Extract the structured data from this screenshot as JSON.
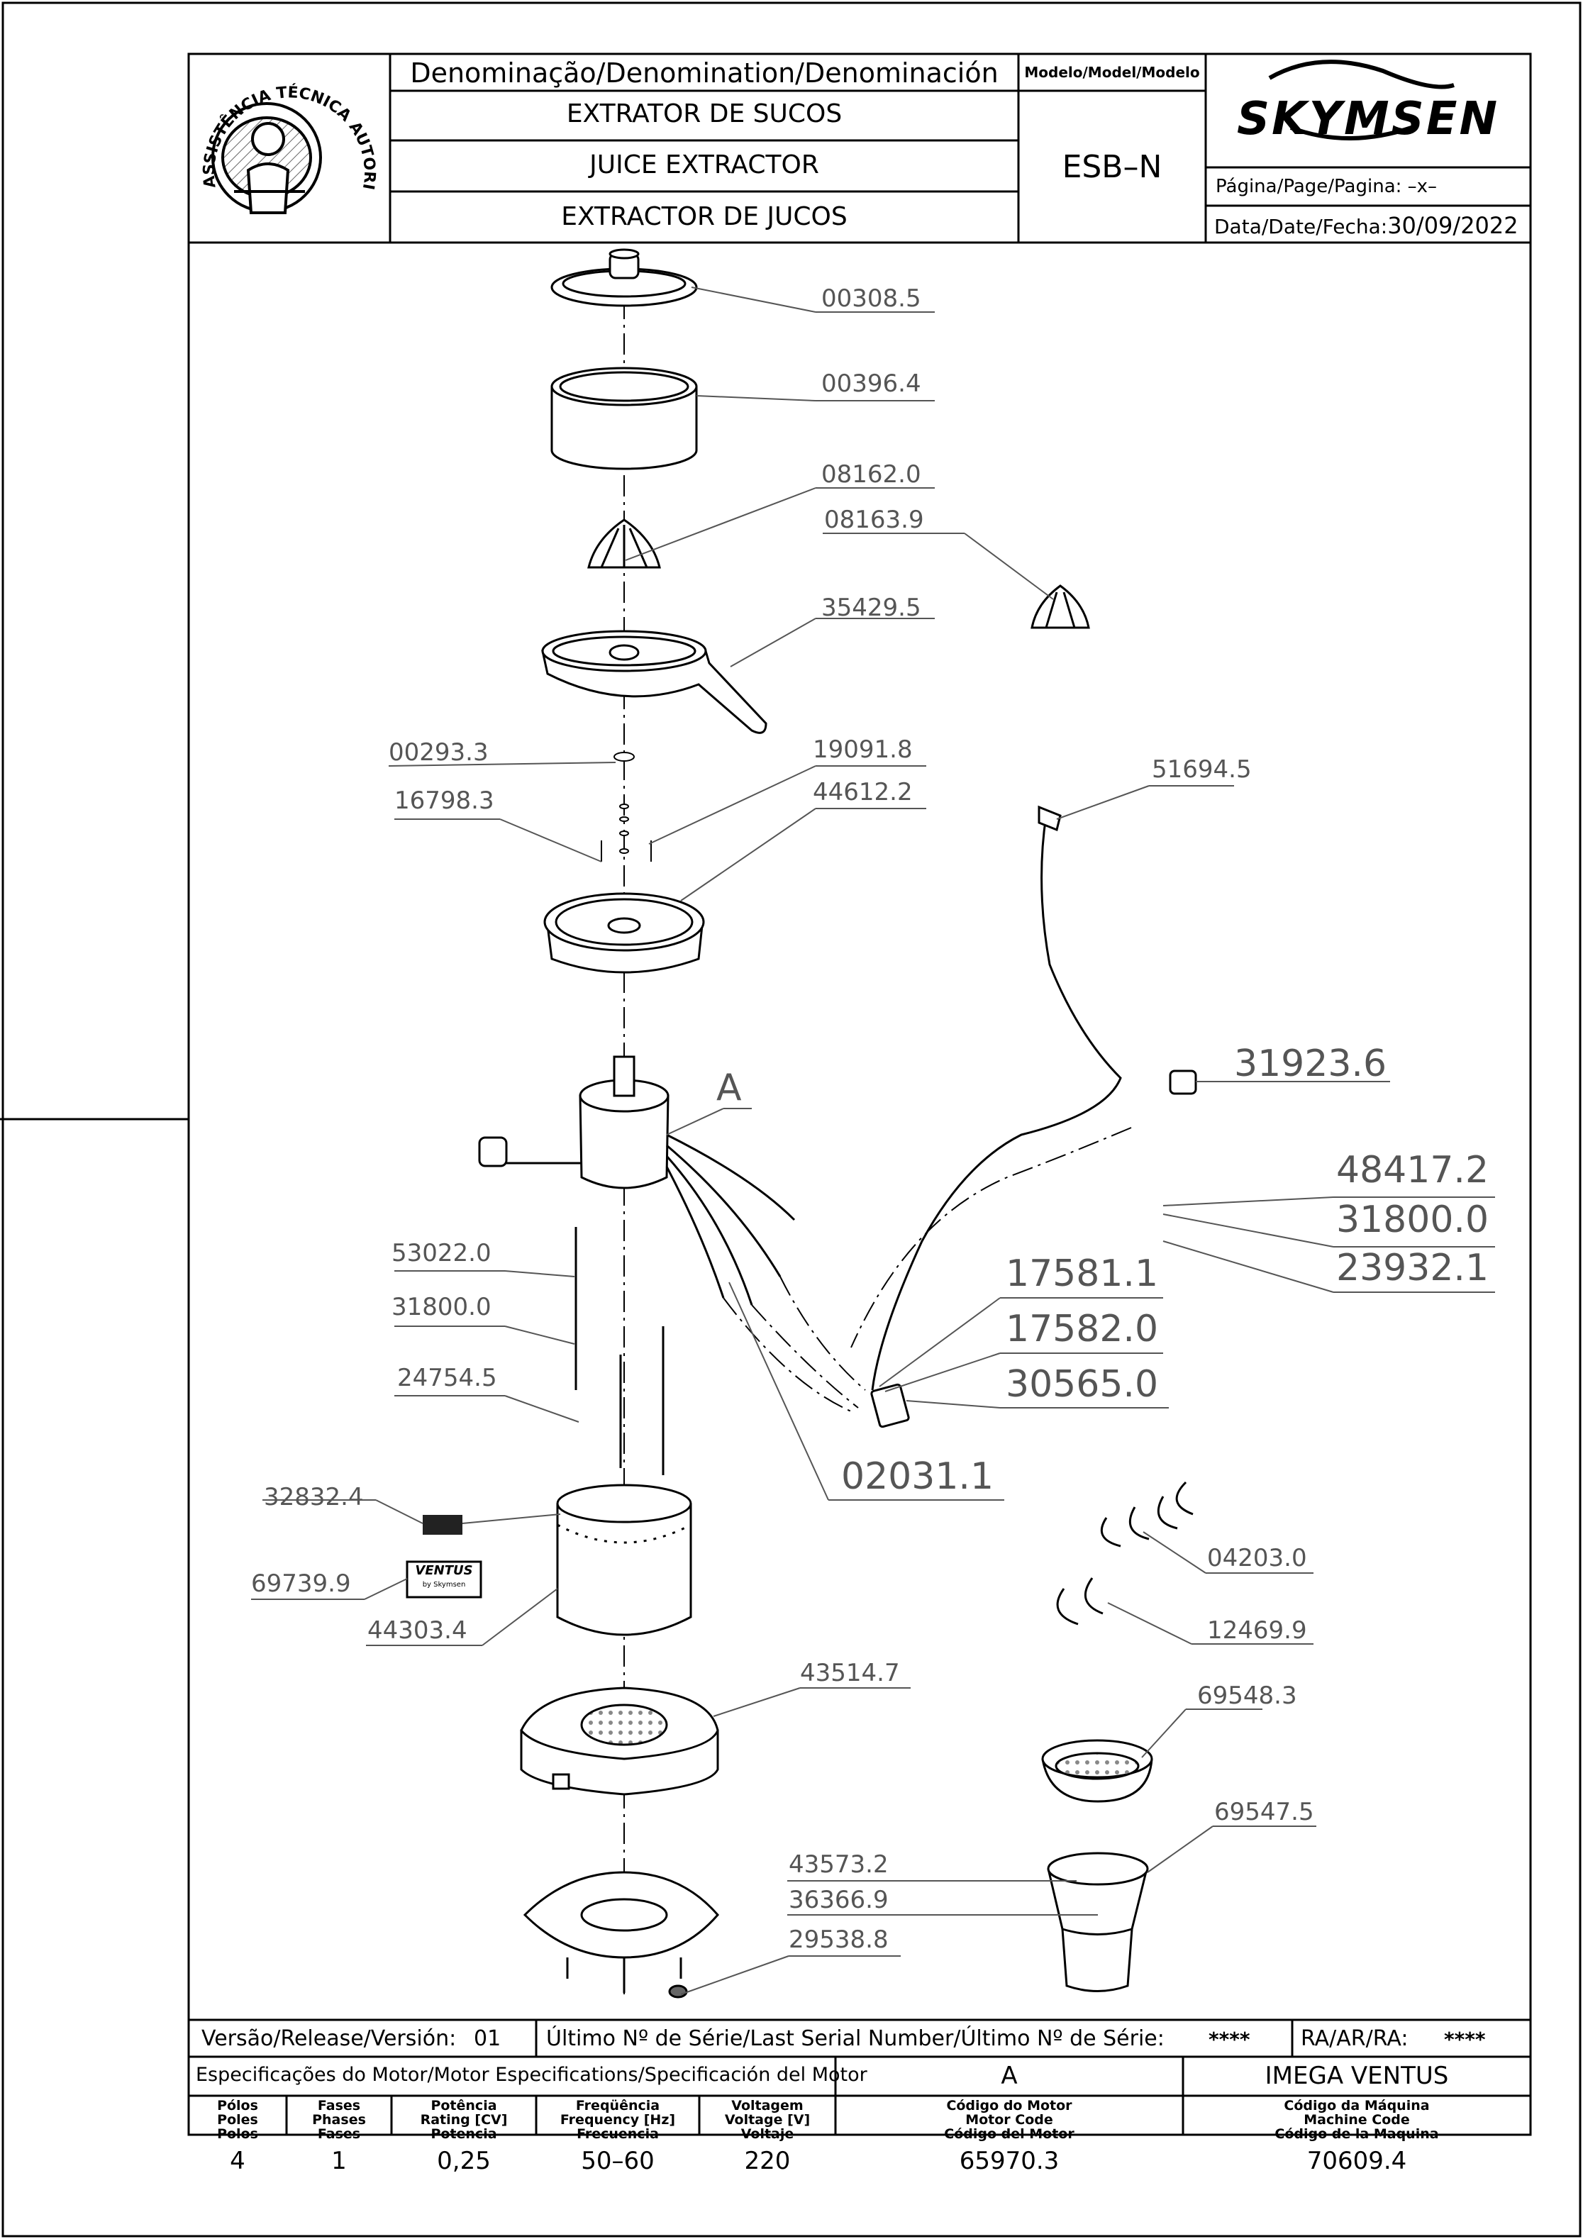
{
  "header": {
    "denomination_label": "Denominação/Denomination/Denominación",
    "name_pt": "EXTRATOR DE SUCOS",
    "name_en": "JUICE EXTRACTOR",
    "name_es": "EXTRACTOR DE JUCOS",
    "model_label": "Modelo/Model/Modelo",
    "model_value": "ESB–N",
    "brand": "SKYMSEN",
    "page_label": "Página/Page/Pagina:",
    "page_value": "–x–",
    "date_label": "Data/Date/Fecha:",
    "date_value": "30/09/2022",
    "seal_text": "ASSISTÊNCIA TÉCNICA AUTORIZADA"
  },
  "parts": {
    "p00308_5": "00308.5",
    "p00396_4": "00396.4",
    "p08162_0": "08162.0",
    "p08163_9": "08163.9",
    "p35429_5": "35429.5",
    "p00293_3": "00293.3",
    "p19091_8": "19091.8",
    "p16798_3": "16798.3",
    "p44612_2": "44612.2",
    "p51694_5": "51694.5",
    "p31923_6": "31923.6",
    "detail_a": "A",
    "p48417_2": "48417.2",
    "p31800_0b": "31800.0",
    "p23932_1": "23932.1",
    "p53022_0": "53022.0",
    "p31800_0": "31800.0",
    "p17581_1": "17581.1",
    "p17582_0": "17582.0",
    "p24754_5": "24754.5",
    "p30565_0": "30565.0",
    "p02031_1": "02031.1",
    "p32832_4": "32832.4",
    "p04203_0": "04203.0",
    "p69739_9": "69739.9",
    "p44303_4": "44303.4",
    "p12469_9": "12469.9",
    "p43514_7": "43514.7",
    "p69548_3": "69548.3",
    "p69547_5": "69547.5",
    "p43573_2": "43573.2",
    "p36366_9": "36366.9",
    "p29538_8": "29538.8",
    "label_ventus": "VENTUS",
    "label_by": "by Skymsen"
  },
  "footer": {
    "release_label": "Versão/Release/Versión:",
    "release_value": "01",
    "serial_label": "Último Nº de Série/Last Serial Number/Último Nº de Série:",
    "serial_value": "****",
    "ra_label": "RA/AR/RA:",
    "ra_value": "****",
    "motor_spec_label": "Especificações do Motor/Motor Especifications/Specificación del Motor",
    "motor_letter": "A",
    "machine_name": "IMEGA VENTUS",
    "col_poles": [
      "Pólos",
      "Poles",
      "Polos"
    ],
    "col_phases": [
      "Fases",
      "Phases",
      "Fases"
    ],
    "col_power": [
      "Potência",
      "Rating [CV]",
      "Potencia"
    ],
    "col_freq": [
      "Freqüência",
      "Frequency [Hz]",
      "Frecuencia"
    ],
    "col_voltage": [
      "Voltagem",
      "Voltage [V]",
      "Voltaje"
    ],
    "col_motor_code": [
      "Código do Motor",
      "Motor Code",
      "Código del Motor"
    ],
    "col_machine_code": [
      "Código da Máquina",
      "Machine Code",
      "Código de la Maquina"
    ],
    "poles": "4",
    "phases": "1",
    "power": "0,25",
    "freq": "50–60",
    "voltage": "220",
    "motor_code": "65970.3",
    "machine_code": "70609.4"
  }
}
